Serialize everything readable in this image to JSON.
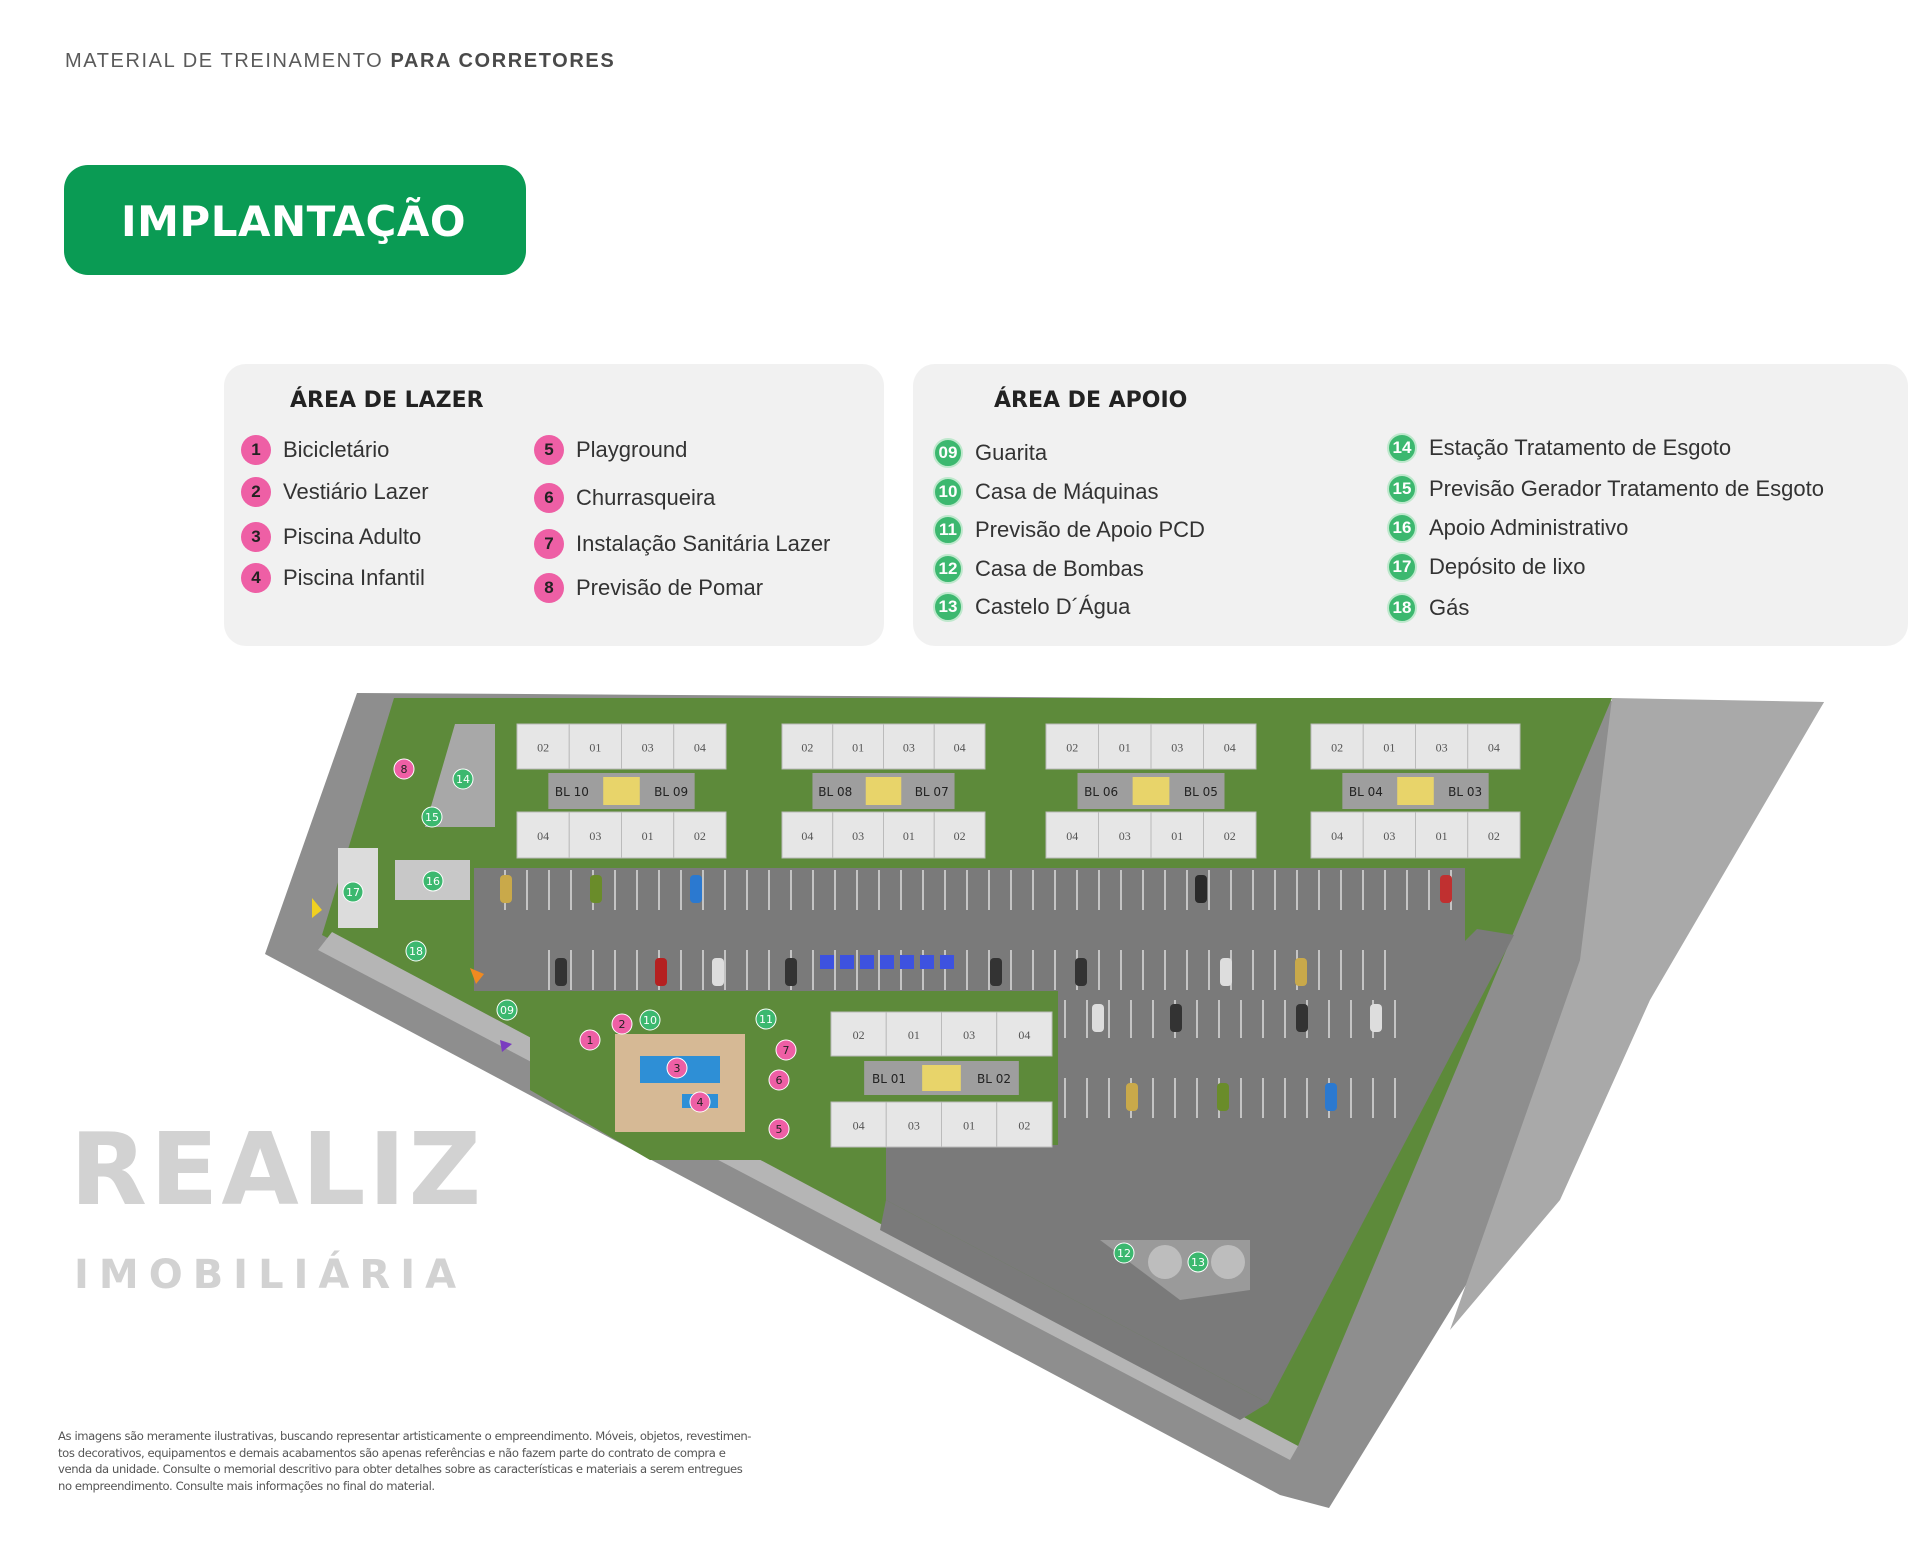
{
  "header": {
    "prefix": "MATERIAL DE TREINAMENTO",
    "bold": "PARA CORRETORES"
  },
  "title": "IMPLANTAÇÃO",
  "colors": {
    "brand_green": "#0a9b54",
    "lazer_pink": "#ee5fa5",
    "apoio_green": "#3cb86f"
  },
  "lazer": {
    "title": "ÁREA DE LAZER",
    "items": [
      {
        "num": "1",
        "label": "Bicicletário"
      },
      {
        "num": "2",
        "label": "Vestiário Lazer"
      },
      {
        "num": "3",
        "label": "Piscina Adulto"
      },
      {
        "num": "4",
        "label": "Piscina Infantil"
      },
      {
        "num": "5",
        "label": "Playground"
      },
      {
        "num": "6",
        "label": "Churrasqueira"
      },
      {
        "num": "7",
        "label": "Instalação Sanitária Lazer"
      },
      {
        "num": "8",
        "label": "Previsão de Pomar"
      }
    ]
  },
  "apoio": {
    "title": "ÁREA DE APOIO",
    "items": [
      {
        "num": "09",
        "label": "Guarita"
      },
      {
        "num": "10",
        "label": "Casa de Máquinas"
      },
      {
        "num": "11",
        "label": "Previsão de Apoio PCD"
      },
      {
        "num": "12",
        "label": "Casa de Bombas"
      },
      {
        "num": "13",
        "label": "Castelo D´Água"
      },
      {
        "num": "14",
        "label": "Estação Tratamento de Esgoto"
      },
      {
        "num": "15",
        "label": "Previsão Gerador Tratamento de Esgoto"
      },
      {
        "num": "16",
        "label": "Apoio Administrativo"
      },
      {
        "num": "17",
        "label": "Depósito de lixo"
      },
      {
        "num": "18",
        "label": "Gás"
      }
    ]
  },
  "map": {
    "blocks": [
      {
        "left": "BL 10",
        "right": "BL 09"
      },
      {
        "left": "BL 08",
        "right": "BL 07"
      },
      {
        "left": "BL 06",
        "right": "BL 05"
      },
      {
        "left": "BL 04",
        "right": "BL 03"
      },
      {
        "left": "BL 01",
        "right": "BL 02"
      }
    ],
    "units_top": [
      "02",
      "01",
      "03",
      "04"
    ],
    "units_bottom": [
      "04",
      "03",
      "01",
      "02"
    ],
    "markers": [
      "8",
      "14",
      "15",
      "16",
      "17",
      "18",
      "09",
      "10",
      "2",
      "1",
      "11",
      "7",
      "6",
      "3",
      "4",
      "5",
      "12",
      "13"
    ]
  },
  "watermark": {
    "line1": "REALIZ",
    "line2": "IMOBILIÁRIA"
  },
  "disclaimer": [
    "As imagens são meramente ilustrativas, buscando representar artisticamente o empreendimento. Móveis, objetos, revestimen-",
    "tos decorativos, equipamentos e demais acabamentos são apenas referências e não fazem parte do contrato de compra e",
    "venda da unidade. Consulte o memorial descritivo para obter detalhes sobre as características e materiais a serem entregues",
    "no empreendimento. Consulte mais informações no final do material."
  ]
}
